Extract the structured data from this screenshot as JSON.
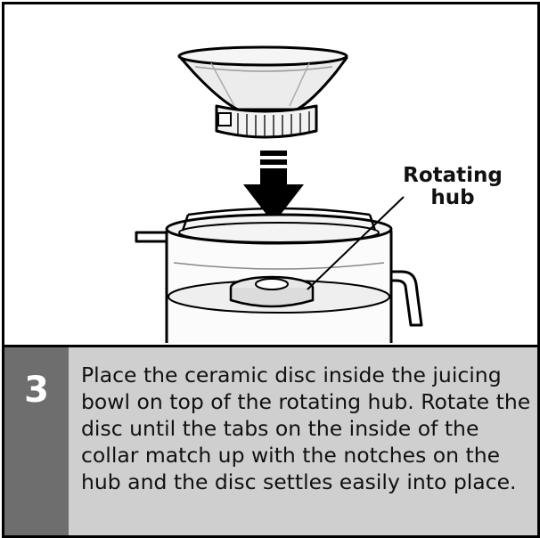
{
  "callout": {
    "line1": "Rotating",
    "line2": "hub"
  },
  "step": {
    "number": "3",
    "text": "Place the ceramic disc inside the juicing bowl on top of the rotating hub. Rotate the disc until the tabs on the inside of the collar match up with the notches on the hub and the disc settles easily into place."
  }
}
